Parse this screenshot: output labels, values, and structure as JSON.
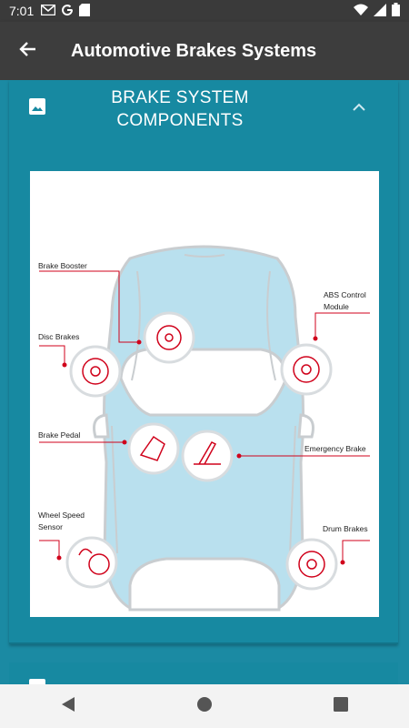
{
  "status_bar": {
    "time": "7:01",
    "left_icons": [
      "gmail-icon",
      "google-icon",
      "sd-card-icon"
    ],
    "right_icons": [
      "wifi-icon",
      "signal-icon",
      "battery-icon"
    ]
  },
  "app_bar": {
    "title": "Automotive Brakes Systems",
    "back_icon": "back-arrow-icon"
  },
  "section": {
    "heading": "BRAKE SYSTEM COMPONENTS",
    "expanded": true
  },
  "diagram": {
    "labels": {
      "brake_booster": "Brake Booster",
      "abs_control_module": "ABS Control Module",
      "disc_brakes": "Disc Brakes",
      "brake_pedal": "Brake Pedal",
      "emergency_brake": "Emergency Brake",
      "wheel_speed_sensor": "Wheel Speed Sensor",
      "drum_brakes": "Drum Brakes"
    },
    "colors": {
      "car_body": "#b9e0ee",
      "accent": "#d0021b",
      "outline": "#c9cdd0"
    }
  },
  "nav_bar": {
    "icons": [
      "back-triangle-icon",
      "home-circle-icon",
      "recents-square-icon"
    ]
  }
}
